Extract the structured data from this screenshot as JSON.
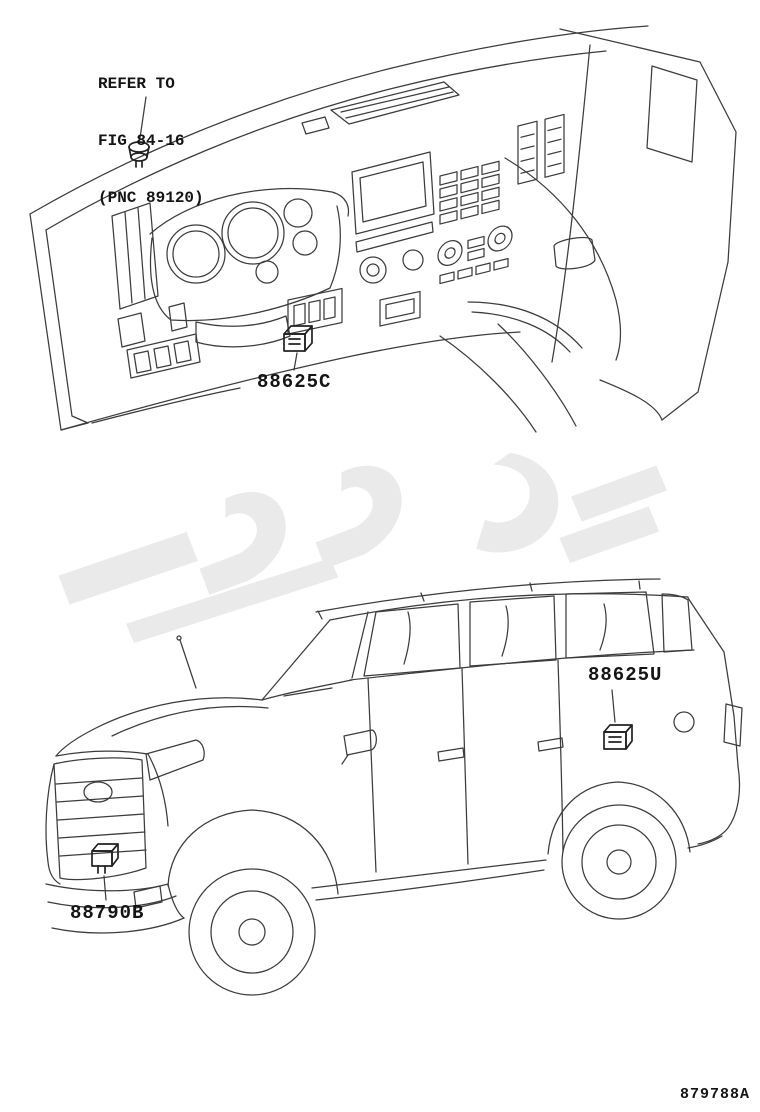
{
  "colors": {
    "line": "#3c3c3c",
    "part": "#222222",
    "text": "#141414",
    "watermark": "#d9d9d9"
  },
  "figure": {
    "code": "879788A"
  },
  "callouts": {
    "refer_note": {
      "line1": "REFER TO",
      "line2": "FIG 84-16",
      "line3": "(PNC 89120)"
    },
    "dash_sensor": "88625C",
    "rear_sensor": "88625U",
    "front_sensor": "88790B"
  },
  "illustrations": {
    "top": "instrument-panel-line-drawing",
    "bottom": "suv-front-three-quarter-line-drawing",
    "watermark": "light-gray-logo-watermark"
  }
}
